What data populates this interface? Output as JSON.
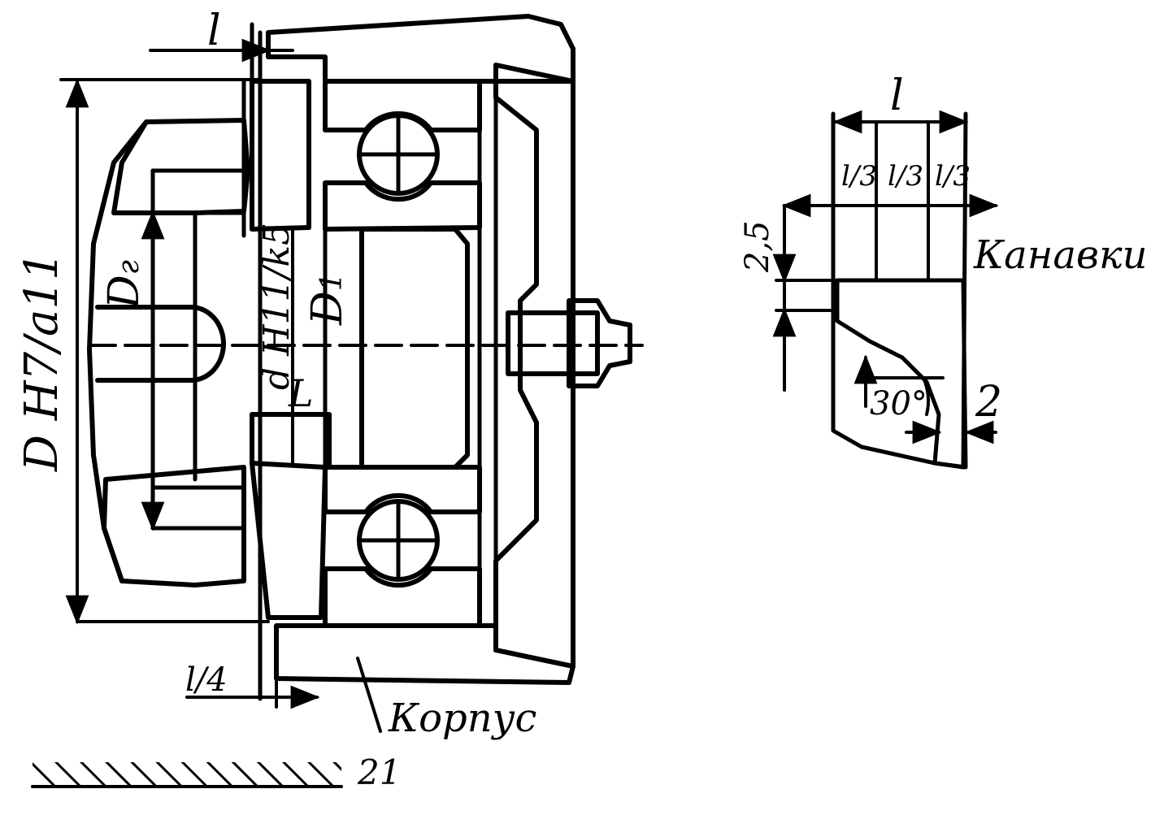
{
  "assembly": {
    "dim_l_top": "l",
    "dim_bore": "D H7/a11",
    "dim_gland": "D",
    "dim_gland_sub": "г",
    "dim_shaft": "d H11/k5",
    "dim_inner": "D",
    "dim_inner_sub": "1",
    "dim_length": "L",
    "dim_quarter": "l/4",
    "housing_label": "Корпус",
    "bottom_mark": "21"
  },
  "detail": {
    "dim_l": "l",
    "third_1": "l/3",
    "third_2": "l/3",
    "third_3": "l/3",
    "depth": "2,5",
    "grooves_label": "Канавки",
    "angle": "30°",
    "chamfer": "2"
  },
  "colors": {
    "ink": "#000000",
    "paper": "#ffffff"
  }
}
